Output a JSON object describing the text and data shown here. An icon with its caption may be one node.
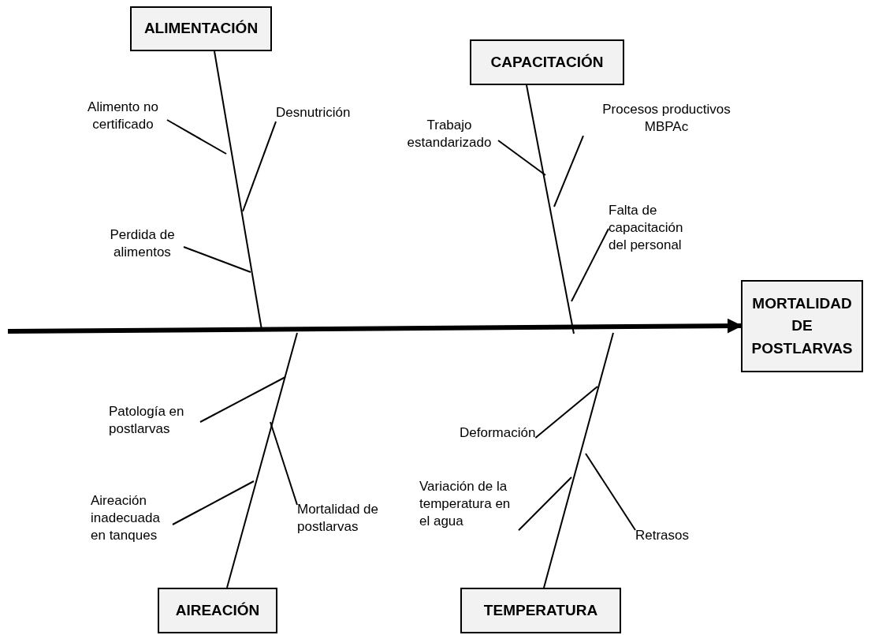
{
  "diagram": {
    "nodes": [
      {
        "text": [
          "ALIMENTACIÓN"
        ]
      },
      {
        "text": [
          "CAPACITACIÓN"
        ]
      },
      {
        "text": [
          "MORTALIDAD DE POSTLARVAS"
        ]
      },
      {
        "text": [
          "AIREACIÓN"
        ]
      },
      {
        "text": [
          "TEMPERATURA"
        ]
      },
      {
        "text": [
          "Alimento no certificado"
        ]
      },
      {
        "text": [
          "Desnutrición"
        ]
      },
      {
        "text": [
          "Perdida de alimentos"
        ]
      },
      {
        "text": [
          "Trabajo estandarizado"
        ]
      },
      {
        "text": [
          "Procesos productivos MBPAc"
        ]
      },
      {
        "text": [
          "Falta de capacitación del personal"
        ]
      },
      {
        "text": [
          "Patología en postlarvas"
        ]
      },
      {
        "text": [
          "Aireación inadecuada en tanques"
        ]
      },
      {
        "text": [
          "Mortalidad de postlarvas"
        ]
      },
      {
        "text": [
          "Deformación"
        ]
      },
      {
        "text": [
          "Variación de la temperatura en el agua"
        ]
      },
      {
        "text": [
          "Retrasos"
        ]
      }
    ],
    "edges": [
      {
        "from": null,
        "to": 2,
        "arrow": "to",
        "style": "thick"
      },
      {
        "from": 0,
        "to": null,
        "arrow": "none"
      },
      {
        "from": 1,
        "to": null,
        "arrow": "none"
      },
      {
        "from": 3,
        "to": null,
        "arrow": "none"
      },
      {
        "from": 4,
        "to": null,
        "arrow": "none"
      },
      {
        "from": 5,
        "to": null,
        "arrow": "none"
      },
      {
        "from": 6,
        "to": null,
        "arrow": "none"
      },
      {
        "from": 7,
        "to": null,
        "arrow": "none"
      },
      {
        "from": 8,
        "to": null,
        "arrow": "none"
      },
      {
        "from": 9,
        "to": null,
        "arrow": "none"
      },
      {
        "from": 10,
        "to": null,
        "arrow": "none"
      },
      {
        "from": 11,
        "to": null,
        "arrow": "none"
      },
      {
        "from": 12,
        "to": null,
        "arrow": "none"
      },
      {
        "from": 13,
        "to": null,
        "arrow": "none"
      },
      {
        "from": 14,
        "to": null,
        "arrow": "none"
      },
      {
        "from": 15,
        "to": null,
        "arrow": "none"
      },
      {
        "from": 16,
        "to": null,
        "arrow": "none"
      }
    ]
  }
}
